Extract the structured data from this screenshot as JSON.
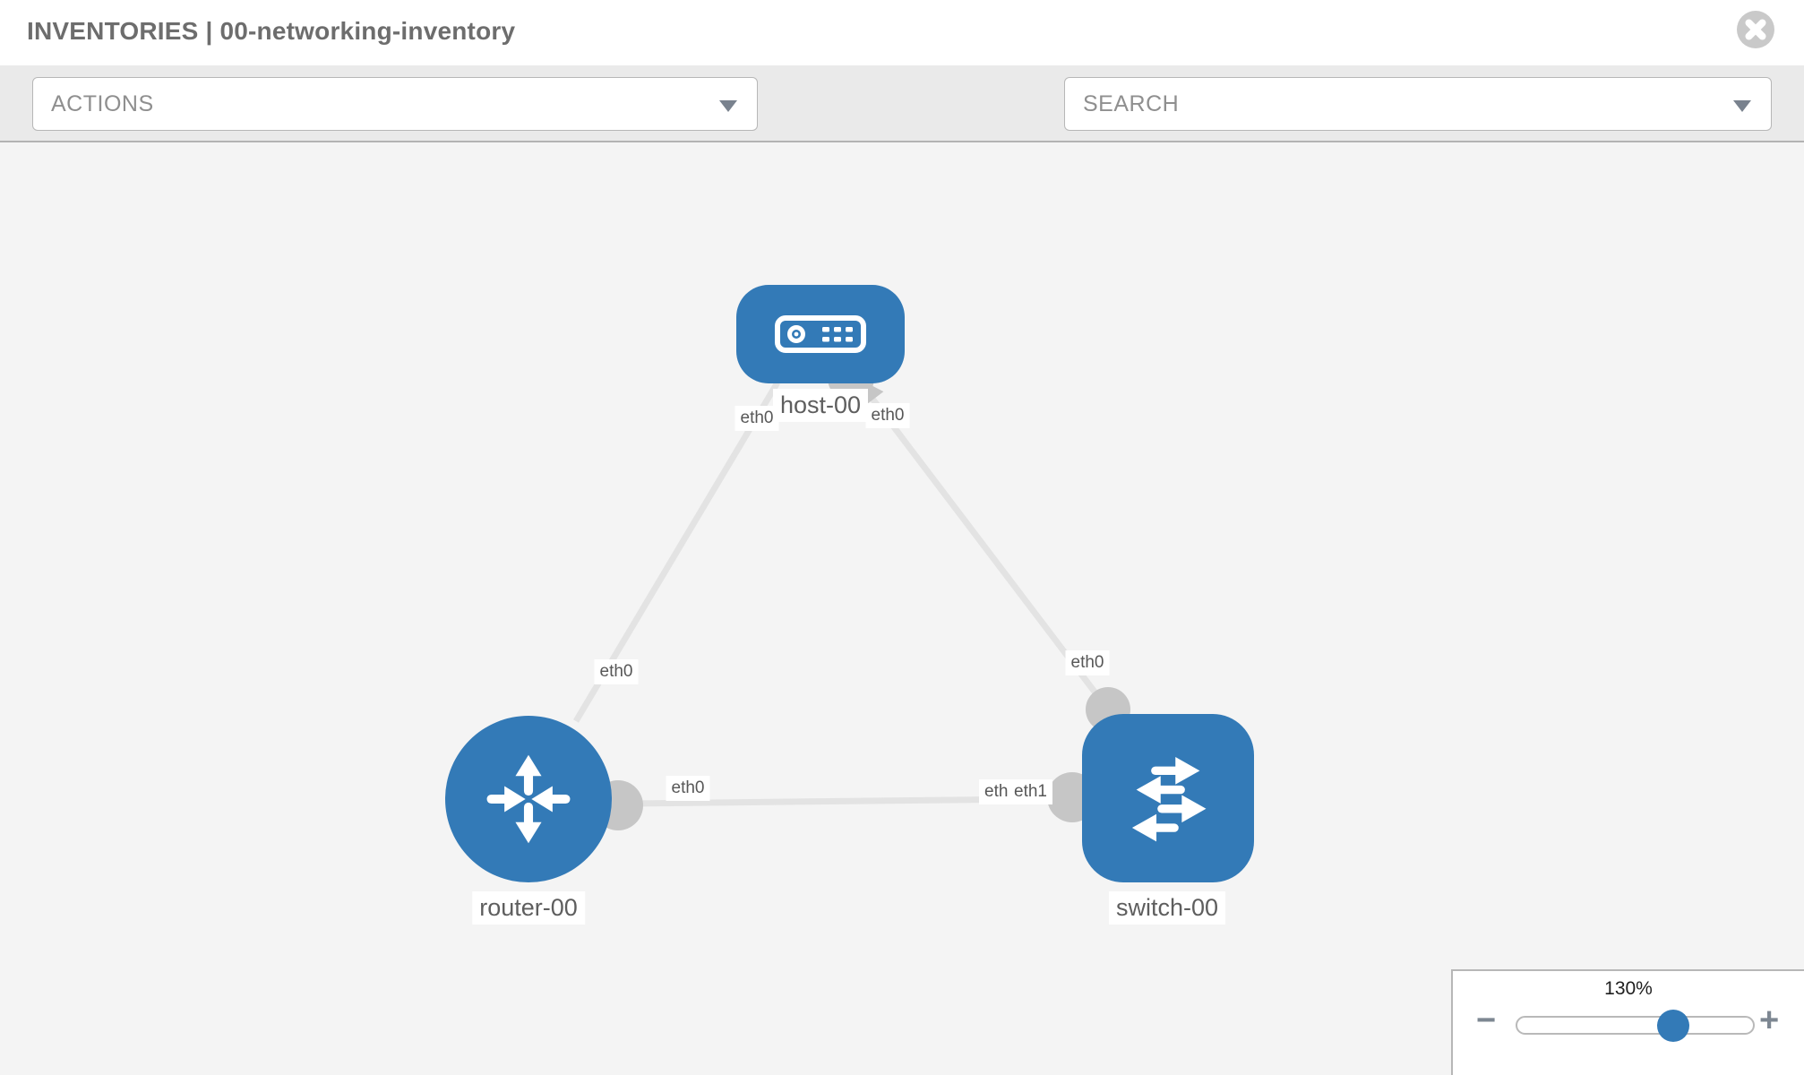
{
  "header": {
    "title": "INVENTORIES | 00-networking-inventory"
  },
  "toolbar": {
    "actions_label": "ACTIONS",
    "search_label": "SEARCH",
    "icons": [
      "wrench-icon",
      "key-icon"
    ]
  },
  "diagram": {
    "nodes": {
      "host": {
        "label": "host-00",
        "type": "host"
      },
      "router": {
        "label": "router-00",
        "type": "router"
      },
      "switch": {
        "label": "switch-00",
        "type": "switch"
      }
    },
    "links": [
      {
        "from": "host-00",
        "to": "router-00"
      },
      {
        "from": "host-00",
        "to": "switch-00"
      },
      {
        "from": "router-00",
        "to": "switch-00"
      }
    ],
    "interface_labels": {
      "host_left": "eth0",
      "host_right": "eth0",
      "router_diagonal": "eth0",
      "switch_diagonal": "eth0",
      "router_horizontal": "eth0",
      "switch_horizontal_back": "eth0",
      "switch_horizontal_front": "eth1"
    }
  },
  "zoom_panel": {
    "level": "130%",
    "minus": "−",
    "plus": "+"
  },
  "colors": {
    "node_blue": "#337ab7",
    "link_gray": "#e3e3e3",
    "connector_gray": "#c6c6c6",
    "toolbar_bg": "#eaeaea",
    "canvas_bg": "#f4f4f4"
  }
}
